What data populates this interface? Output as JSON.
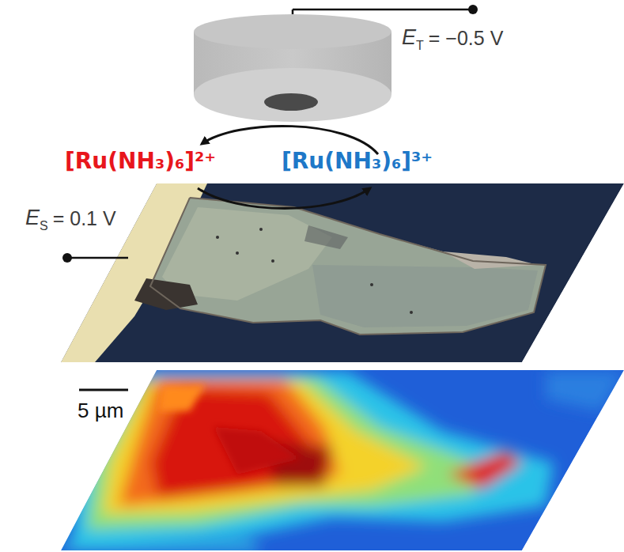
{
  "diagram": {
    "labels": [
      "E",
      "T",
      "= −0.5 V",
      "[Ru(NH₃)₆]²⁺",
      "[Ru(NH₃)₆]³⁺",
      "E",
      "S",
      "= 0.1 V",
      "5 µm"
    ]
  }
}
